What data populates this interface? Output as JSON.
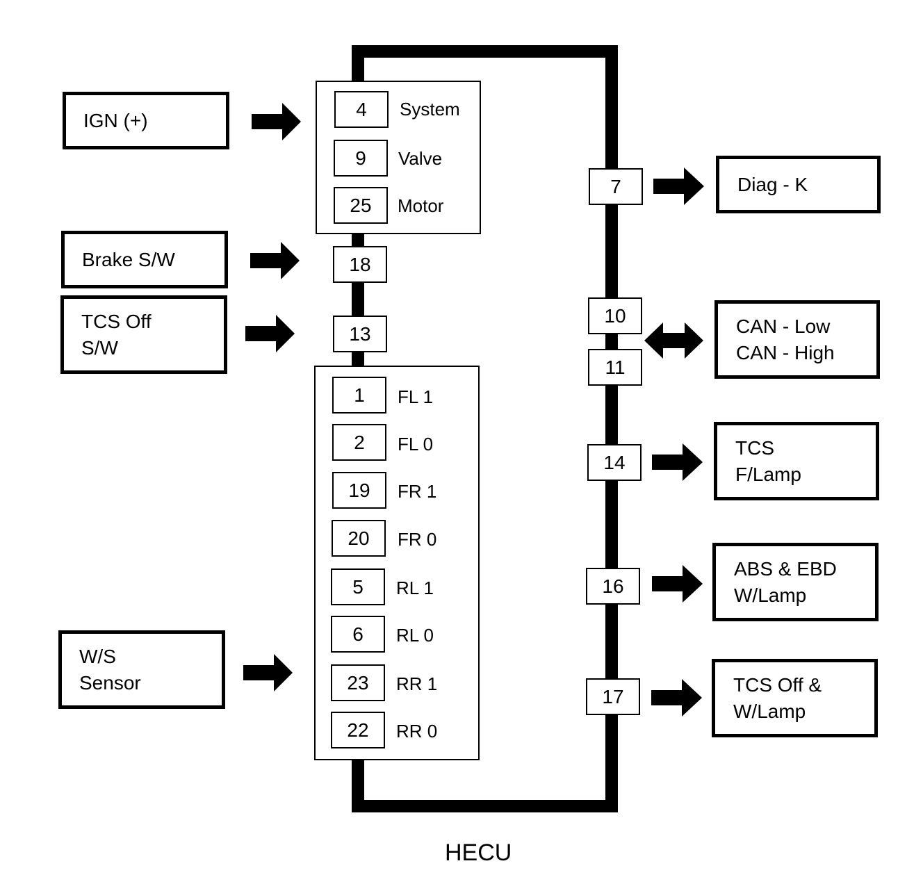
{
  "diagram": {
    "title": "HECU",
    "inputs": {
      "ign": "IGN (+)",
      "brake": "Brake S/W",
      "tcs_off": [
        "TCS Off",
        "S/W"
      ],
      "ws_sensor": [
        "W/S",
        "Sensor"
      ]
    },
    "outputs": {
      "diag": "Diag - K",
      "can": [
        "CAN - Low",
        "CAN - High"
      ],
      "tcs_lamp": [
        "TCS",
        "F/Lamp"
      ],
      "abs_lamp": [
        "ABS & EBD",
        "W/Lamp"
      ],
      "tcs_off_lamp": [
        "TCS Off &",
        "W/Lamp"
      ]
    },
    "power_pins": [
      {
        "pin": "4",
        "label": "System"
      },
      {
        "pin": "9",
        "label": "Valve"
      },
      {
        "pin": "25",
        "label": "Motor"
      }
    ],
    "brake_pin": "18",
    "tcs_off_pin": "13",
    "sensor_pins": [
      {
        "pin": "1",
        "label": "FL 1"
      },
      {
        "pin": "2",
        "label": "FL 0"
      },
      {
        "pin": "19",
        "label": "FR 1"
      },
      {
        "pin": "20",
        "label": "FR 0"
      },
      {
        "pin": "5",
        "label": "RL 1"
      },
      {
        "pin": "6",
        "label": "RL 0"
      },
      {
        "pin": "23",
        "label": "RR 1"
      },
      {
        "pin": "22",
        "label": "RR 0"
      }
    ],
    "right_pins": {
      "diag": "7",
      "can_low": "10",
      "can_high": "11",
      "tcs_lamp": "14",
      "abs_lamp": "16",
      "tcs_off_lamp": "17"
    }
  }
}
